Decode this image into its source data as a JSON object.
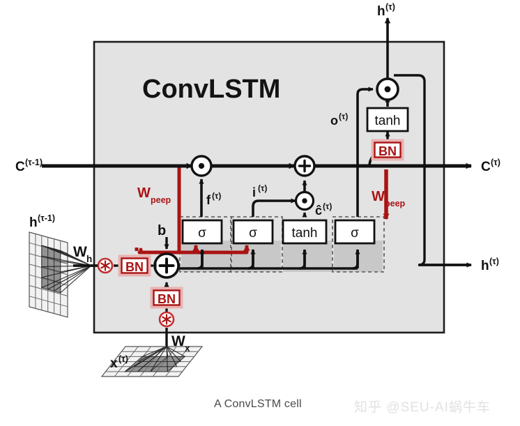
{
  "figure": {
    "title": "ConvLSTM",
    "caption": "A ConvLSTM cell",
    "watermark": "知乎 @SEU-AI蜗牛车"
  },
  "colors": {
    "panel_fill": "#e3e3e3",
    "gate_band_fill": "#c8c8c8",
    "line": "#111111",
    "red_accent": "#aa1313",
    "red_light": "#e8b3b3",
    "box_fill": "#ffffff",
    "caption_text": "#4a4a4a",
    "watermark_text": "#e2e2e2"
  },
  "io_labels": {
    "cell_in": "C(τ-1)",
    "cell_in_base": "C",
    "cell_in_sup": "(τ-1)",
    "cell_out_base": "C",
    "cell_out_sup": "(τ)",
    "hidden_in_base": "h",
    "hidden_in_sup": "(τ-1)",
    "hidden_out_top_base": "h",
    "hidden_out_top_sup": "(τ)",
    "hidden_out_right_base": "h",
    "hidden_out_right_sup": "(τ)",
    "input_base": "x",
    "input_sup": "(τ)"
  },
  "weights": {
    "w_hidden_base": "W",
    "w_hidden_sub": "h",
    "w_input_base": "W",
    "w_input_sub": "x",
    "w_peep_left_base": "W",
    "w_peep_left_sub": "peep",
    "w_peep_right_base": "W",
    "w_peep_right_sub": "peep",
    "bias": "b"
  },
  "gates": [
    {
      "name": "forget-gate",
      "activation": "σ",
      "label_base": "f",
      "label_sup": "(τ)",
      "dashed": true
    },
    {
      "name": "input-gate",
      "activation": "σ",
      "label_base": "i",
      "label_sup": "(τ)",
      "dashed": true
    },
    {
      "name": "candidate-gate",
      "activation": "tanh",
      "label_base": "ĉ",
      "label_sup": "(τ)",
      "dashed": false
    },
    {
      "name": "output-gate",
      "activation": "σ",
      "label_base": "o",
      "label_sup": "(τ)",
      "dashed": true
    }
  ],
  "blocks": {
    "tanh_out": "tanh",
    "bn_hidden": "BN",
    "bn_input": "BN",
    "bn_cell": "BN",
    "bn_labels": [
      "BN",
      "BN",
      "BN"
    ]
  },
  "operators": {
    "hadamard_forget": "⊙",
    "add_cell": "⊕",
    "hadamard_input": "⊙",
    "hadamard_output": "⊙",
    "conv_hidden": "⊛",
    "conv_input": "⊛",
    "sum_preact": "+"
  }
}
